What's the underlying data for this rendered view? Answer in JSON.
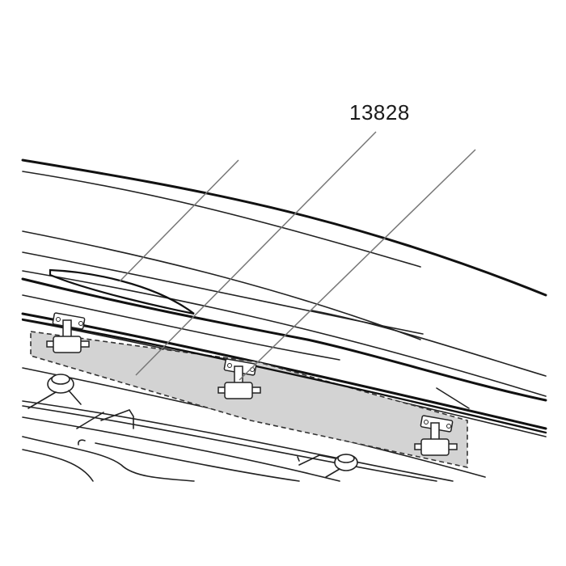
{
  "diagram": {
    "part_number_label": "13828",
    "description": "Roof box side view with highlighted dashed region showing three mounting clips along the lower lid edge",
    "highlight_color": "#d3d3d3",
    "line_color": "#111111",
    "leader_line_color": "#777777",
    "callout_count": 3,
    "clip_count": 3,
    "knob_count": 2
  }
}
